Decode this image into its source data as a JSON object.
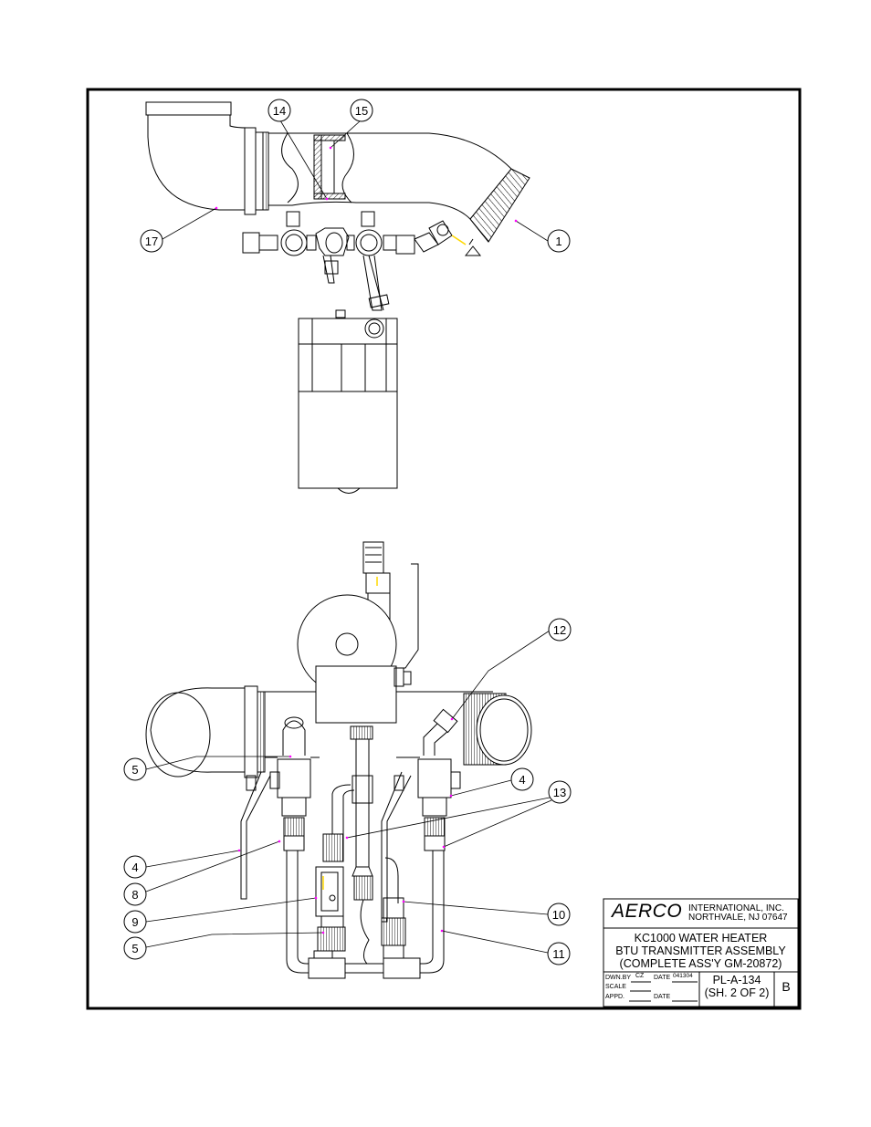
{
  "callouts": {
    "c14": "14",
    "c15": "15",
    "c17": "17",
    "c1": "1",
    "c12": "12",
    "c5a": "5",
    "c4a": "4",
    "c13": "13",
    "c4b": "4",
    "c8": "8",
    "c9": "9",
    "c5b": "5",
    "c10": "10",
    "c11": "11"
  },
  "title_block": {
    "company": "AERCO",
    "company_line1": "INTERNATIONAL, INC.",
    "company_line2": "NORTHVALE, NJ  07647",
    "title_line1": "KC1000 WATER HEATER",
    "title_line2": "BTU TRANSMITTER ASSEMBLY",
    "title_line3": "(COMPLETE ASS'Y GM-20872)",
    "dwn_by_label": "DWN.BY",
    "dwn_by_value": "CZ",
    "date_label": "DATE",
    "date_value": "041304",
    "scale_label": "SCALE",
    "appd_label": "APPD.",
    "date2_label": "DATE",
    "drawing_no": "PL-A-134",
    "sheet": "(SH. 2 OF 2)",
    "revision": "B"
  },
  "colors": {
    "leader_arrow": "#ff00ff",
    "accent_yellow": "#ffd800",
    "line": "#000000"
  }
}
